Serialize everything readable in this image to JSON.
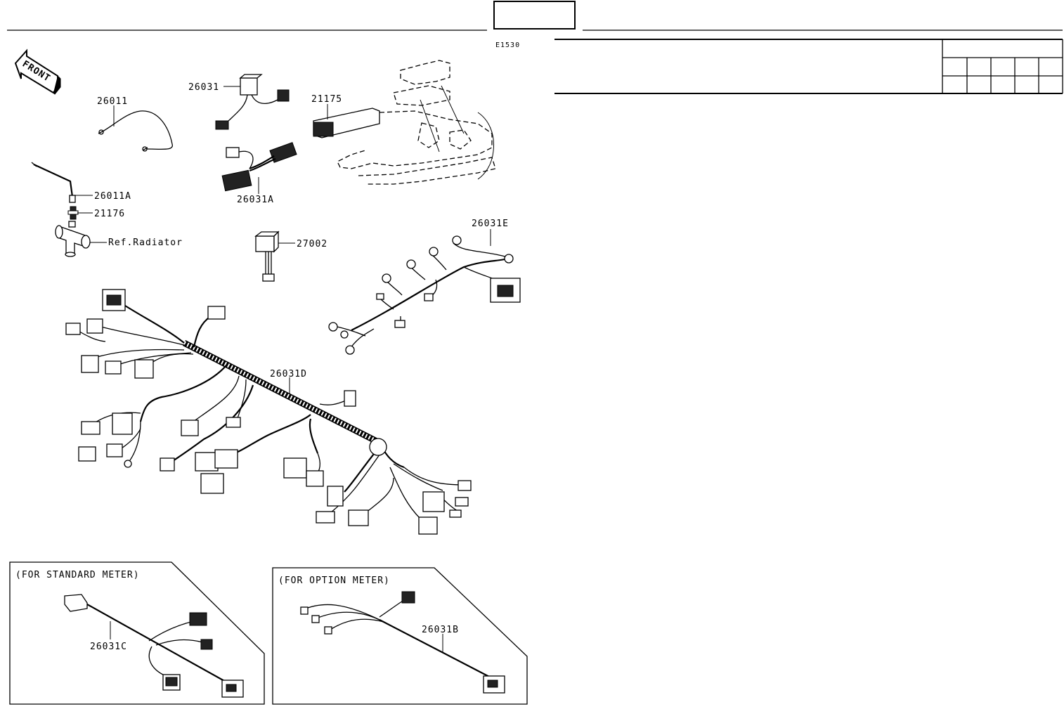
{
  "page_box": "",
  "diagram_code": "E1530",
  "front_label": "FRONT",
  "parts": {
    "p26011": "26011",
    "p26011A": "26011A",
    "p21176": "21176",
    "ref_radiator": "Ref.Radiator",
    "p26031": "26031",
    "p26031A": "26031A",
    "p21175": "21175",
    "p27002": "27002",
    "p26031E": "26031E",
    "p26031D": "26031D",
    "p26031C": "26031C",
    "p26031B": "26031B"
  },
  "panels": {
    "standard": "(FOR STANDARD METER)",
    "option": "(FOR OPTION METER)"
  },
  "parts_table": {
    "header": "",
    "rows": [
      [
        "",
        "",
        "",
        "",
        ""
      ],
      [
        "",
        "",
        "",
        "",
        ""
      ]
    ]
  }
}
